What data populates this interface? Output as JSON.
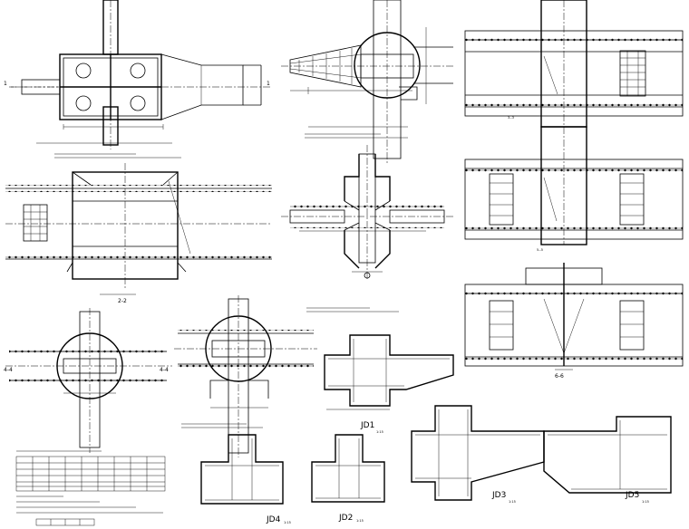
{
  "sections": {
    "s11": "1-1",
    "s22": "2-2",
    "s33": "3-3",
    "s44": "4-4",
    "s55": "5-5",
    "s66": "6-6",
    "s33_title": "3--3",
    "s55_title": "5--5"
  },
  "details": {
    "jd1": "JD1",
    "jd2": "JD2",
    "jd3": "JD3",
    "jd4": "JD4",
    "jd5": "JD5",
    "scale": "1:15"
  }
}
